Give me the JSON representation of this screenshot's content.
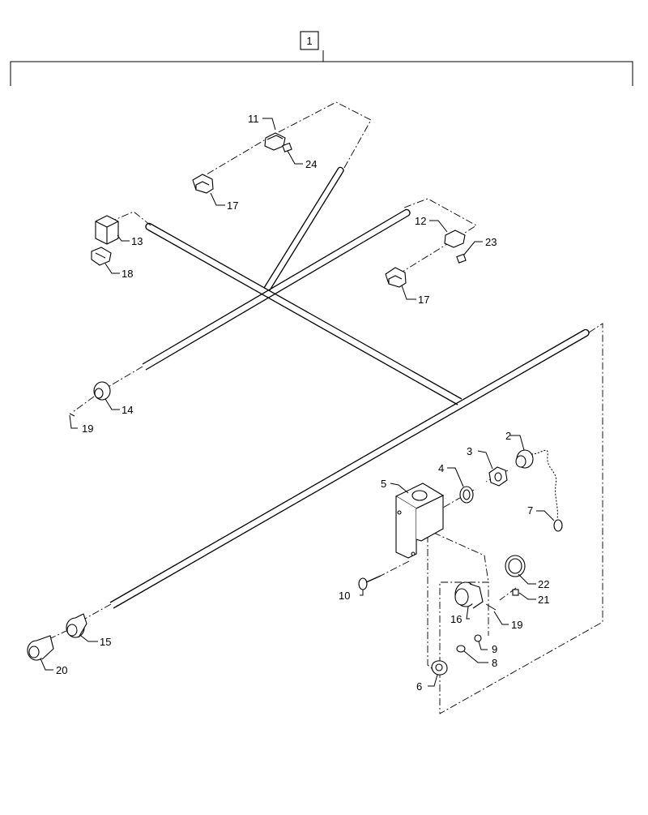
{
  "diagram": {
    "assembly_callout": "1",
    "callouts": [
      {
        "id": "c2",
        "label": "2"
      },
      {
        "id": "c3",
        "label": "3"
      },
      {
        "id": "c4",
        "label": "4"
      },
      {
        "id": "c5",
        "label": "5"
      },
      {
        "id": "c6",
        "label": "6"
      },
      {
        "id": "c7",
        "label": "7"
      },
      {
        "id": "c8",
        "label": "8"
      },
      {
        "id": "c9",
        "label": "9"
      },
      {
        "id": "c10",
        "label": "10"
      },
      {
        "id": "c11",
        "label": "11"
      },
      {
        "id": "c12",
        "label": "12"
      },
      {
        "id": "c13",
        "label": "13"
      },
      {
        "id": "c14",
        "label": "14"
      },
      {
        "id": "c15",
        "label": "15"
      },
      {
        "id": "c16",
        "label": "16"
      },
      {
        "id": "c17a",
        "label": "17"
      },
      {
        "id": "c17b",
        "label": "17"
      },
      {
        "id": "c18",
        "label": "18"
      },
      {
        "id": "c19a",
        "label": "19"
      },
      {
        "id": "c19b",
        "label": "19"
      },
      {
        "id": "c20",
        "label": "20"
      },
      {
        "id": "c21",
        "label": "21"
      },
      {
        "id": "c22",
        "label": "22"
      },
      {
        "id": "c23",
        "label": "23"
      },
      {
        "id": "c24",
        "label": "24"
      }
    ]
  }
}
